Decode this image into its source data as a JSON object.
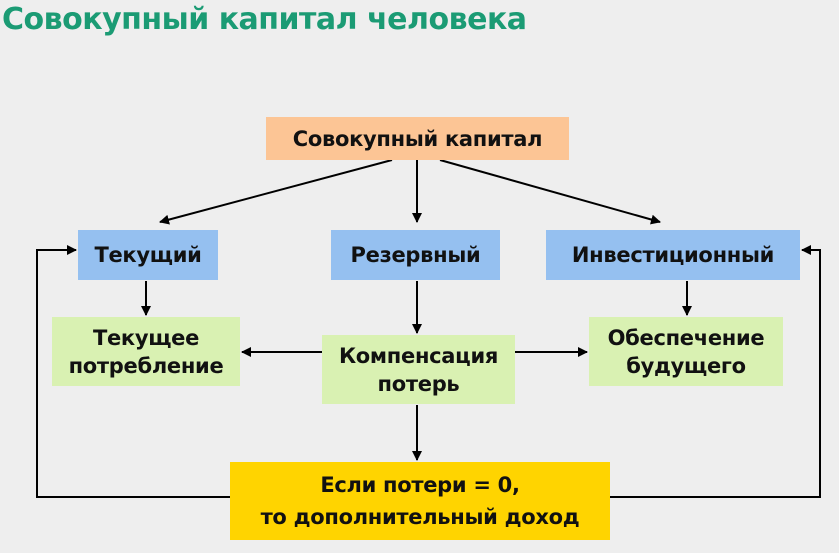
{
  "title": "Совокупный капитал человека",
  "nodes": {
    "total": "Совокупный капитал",
    "current": "Текущий",
    "reserve": "Резервный",
    "investment": "Инвестиционный",
    "consumption": "Текущее\nпотребление",
    "compensation": "Компенсация\nпотерь",
    "future": "Обеспечение\nбудущего",
    "extra_income": "Если потери = 0,\nто дополнительный доход"
  },
  "colors": {
    "title": "#1b9b74",
    "orange": "#fcc595",
    "blue": "#95c0f0",
    "green": "#d9f1b2",
    "yellow": "#ffd400"
  }
}
